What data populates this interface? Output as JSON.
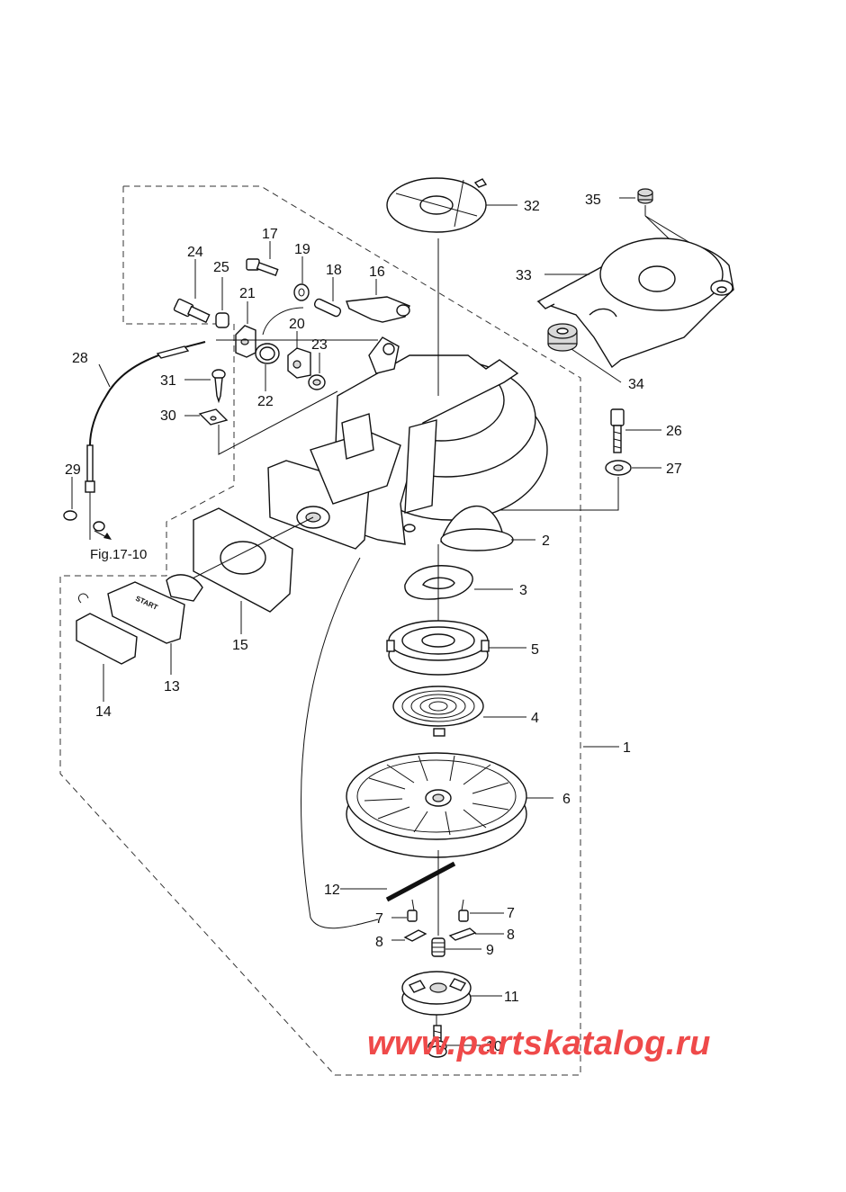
{
  "diagram": {
    "figure_ref": "Fig.17-10",
    "watermark": "www.partskatalog.ru",
    "callouts": {
      "c1": "1",
      "c2": "2",
      "c3": "3",
      "c4": "4",
      "c5": "5",
      "c6": "6",
      "c7a": "7",
      "c7b": "7",
      "c8a": "8",
      "c8b": "8",
      "c9": "9",
      "c10": "10",
      "c11": "11",
      "c12": "12",
      "c13": "13",
      "c14": "14",
      "c15": "15",
      "c16": "16",
      "c17": "17",
      "c18": "18",
      "c19": "19",
      "c20": "20",
      "c21": "21",
      "c22": "22",
      "c23": "23",
      "c24": "24",
      "c25": "25",
      "c26": "26",
      "c27": "27",
      "c28": "28",
      "c29": "29",
      "c30": "30",
      "c31": "31",
      "c32": "32",
      "c33": "33",
      "c34": "34",
      "c35": "35"
    },
    "handle_text": "START",
    "colors": {
      "line": "#111111",
      "watermark": "#ef4a4a",
      "shade": "#d9d9d9"
    }
  }
}
